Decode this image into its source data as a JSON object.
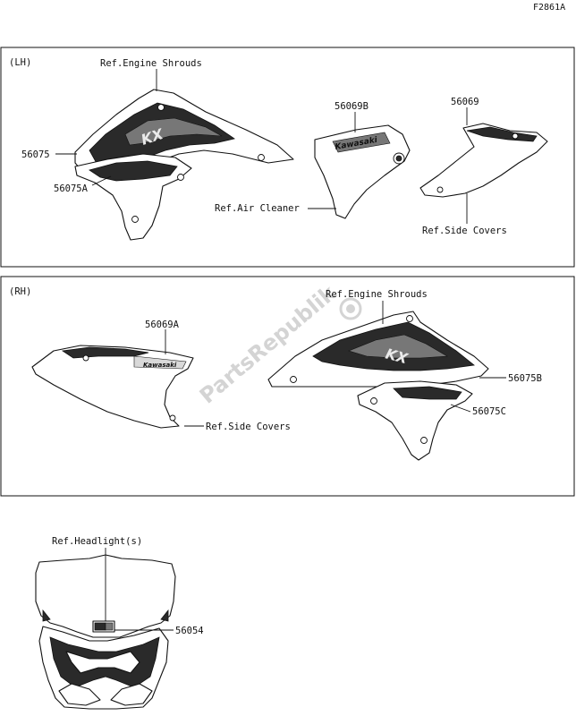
{
  "figure_code": "F2861A",
  "sections": {
    "lh": {
      "label": "(LH)",
      "ref_engine_shrouds": "Ref.Engine Shrouds",
      "ref_air_cleaner": "Ref.Air Cleaner",
      "ref_side_covers": "Ref.Side Covers",
      "parts": {
        "p56075": "56075",
        "p56075a": "56075A",
        "p56069b": "56069B",
        "p56069": "56069"
      }
    },
    "rh": {
      "label": "(RH)",
      "ref_engine_shrouds": "Ref.Engine Shrouds",
      "ref_side_covers": "Ref.Side Covers",
      "parts": {
        "p56069a": "56069A",
        "p56075b": "56075B",
        "p56075c": "56075C"
      }
    },
    "headlight": {
      "ref_headlight": "Ref.Headlight(s)",
      "parts": {
        "p56054": "56054"
      }
    }
  },
  "watermark": "PartsRepublik",
  "decal_text": {
    "kawasaki": "Kawasaki",
    "model": "KX"
  }
}
